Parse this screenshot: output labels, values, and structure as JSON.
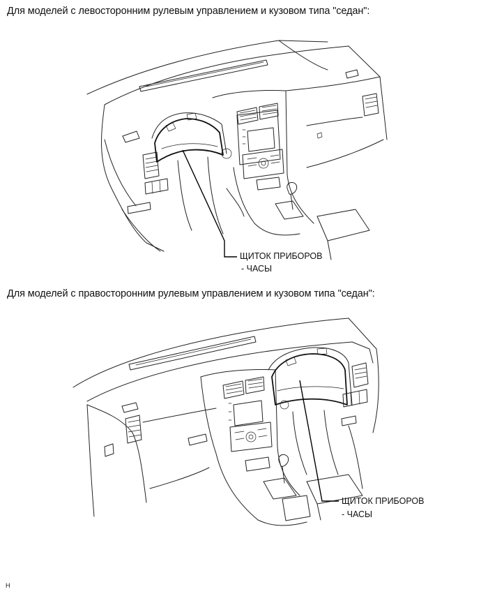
{
  "diagram": {
    "lhd": {
      "caption": "Для моделей с левосторонним рулевым управлением и кузовом типа \"седан\":",
      "part_label": "ЩИТОК ПРИБОРОВ",
      "sub_label": "-  ЧАСЫ"
    },
    "rhd": {
      "caption": "Для моделей с правосторонним рулевым управлением и кузовом типа \"седан\":",
      "part_label": "ЩИТОК ПРИБОРОВ",
      "sub_label": "-  ЧАСЫ"
    },
    "footer_code": "H"
  }
}
